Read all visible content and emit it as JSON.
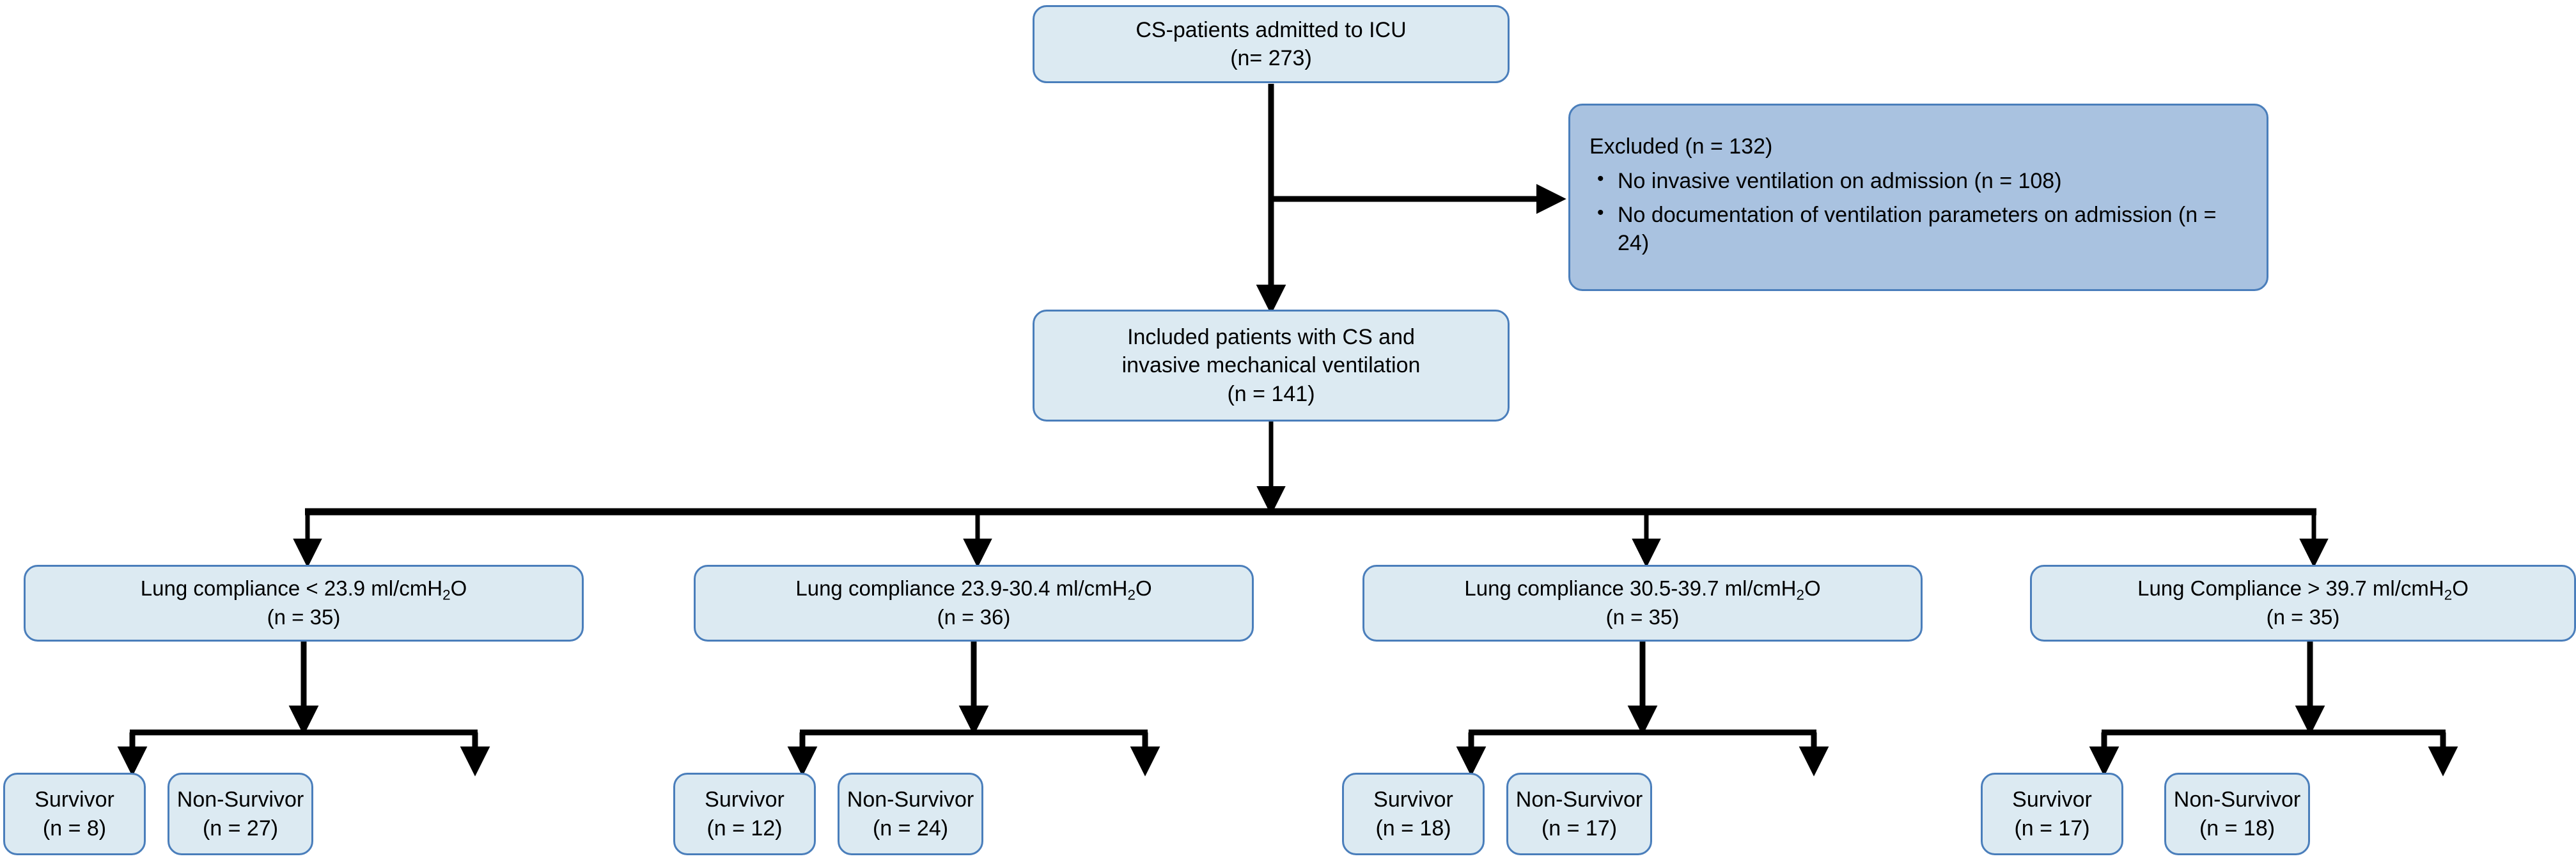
{
  "diagram": {
    "title": "CONSORT-style patient flow diagram",
    "colors": {
      "box_fill": "#dceaf2",
      "box_border": "#4a7ebb",
      "excluded_fill": "#a9c2e0",
      "connector": "#000000",
      "text": "#000000",
      "background": "#ffffff"
    }
  },
  "root": {
    "label": "CS-patients admitted to ICU",
    "count_label": "(n= 273)"
  },
  "excluded": {
    "heading": "Excluded (n = 132)",
    "items": [
      "No invasive ventilation on admission (n = 108)",
      "No documentation of ventilation parameters on admission (n = 24)"
    ]
  },
  "included": {
    "line1": "Included patients with CS and",
    "line2": "invasive mechanical ventilation",
    "count_label": "(n = 141)"
  },
  "groups": [
    {
      "label_prefix": "Lung compliance < 23.9 ml/cmH",
      "label_sub": "2",
      "label_suffix": "O",
      "count_label": "(n = 35)",
      "children": [
        {
          "label": "Survivor",
          "count_label": "(n = 8)"
        },
        {
          "label": "Non-Survivor",
          "count_label": "(n = 27)"
        }
      ]
    },
    {
      "label_prefix": "Lung compliance 23.9-30.4 ml/cmH",
      "label_sub": "2",
      "label_suffix": "O",
      "count_label": "(n = 36)",
      "children": [
        {
          "label": "Survivor",
          "count_label": "(n = 12)"
        },
        {
          "label": "Non-Survivor",
          "count_label": "(n = 24)"
        }
      ]
    },
    {
      "label_prefix": "Lung compliance 30.5-39.7 ml/cmH",
      "label_sub": "2",
      "label_suffix": "O",
      "count_label": "(n = 35)",
      "children": [
        {
          "label": "Survivor",
          "count_label": "(n = 18)"
        },
        {
          "label": "Non-Survivor",
          "count_label": "(n = 17)"
        }
      ]
    },
    {
      "label_prefix": "Lung Compliance > 39.7 ml/cmH",
      "label_sub": "2",
      "label_suffix": "O",
      "count_label": "(n = 35)",
      "children": [
        {
          "label": "Survivor",
          "count_label": "(n = 17)"
        },
        {
          "label": "Non-Survivor",
          "count_label": "(n = 18)"
        }
      ]
    }
  ]
}
